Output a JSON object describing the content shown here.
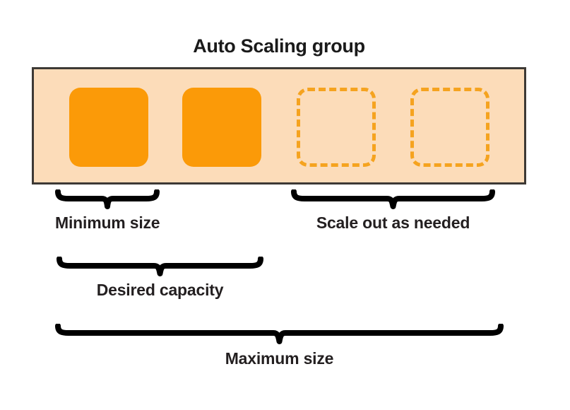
{
  "diagram": {
    "type": "aws-auto-scaling-group-capacity",
    "title": "Auto Scaling group",
    "background_color": "#ffffff",
    "group_box": {
      "fill_color": "#fcdcb9",
      "border_color": "#3d3935"
    },
    "instances": [
      {
        "name": "instance-1",
        "state": "running",
        "style": "solid",
        "color": "#fb9a08"
      },
      {
        "name": "instance-2",
        "state": "running",
        "style": "solid",
        "color": "#fb9a08"
      },
      {
        "name": "instance-3",
        "state": "potential",
        "style": "dashed",
        "color": "#f5a31f"
      },
      {
        "name": "instance-4",
        "state": "potential",
        "style": "dashed",
        "color": "#f5a31f"
      }
    ],
    "annotations": [
      {
        "id": "minimum-size",
        "label": "Minimum size",
        "spans_instances": 1,
        "brace_color": "#000000"
      },
      {
        "id": "scale-out-as-needed",
        "label": "Scale out as needed",
        "spans_instances": 2,
        "brace_color": "#000000"
      },
      {
        "id": "desired-capacity",
        "label": "Desired capacity",
        "spans_instances": 2,
        "brace_color": "#000000"
      },
      {
        "id": "maximum-size",
        "label": "Maximum size",
        "spans_instances": 4,
        "brace_color": "#000000"
      }
    ]
  }
}
